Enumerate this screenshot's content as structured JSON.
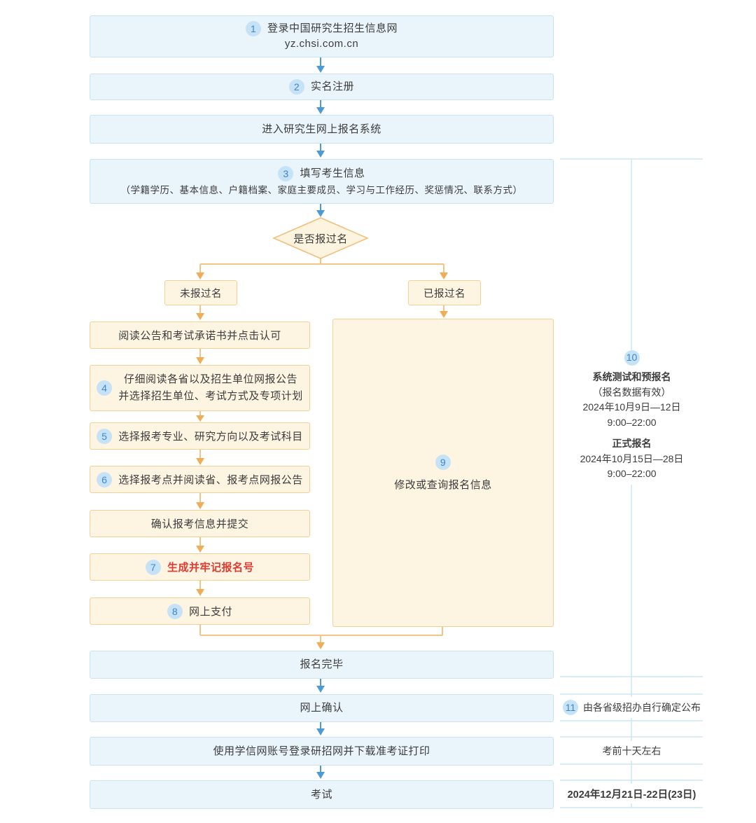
{
  "colors": {
    "blue_fill": "#EAF5FB",
    "blue_border": "#C9E3F2",
    "arrow_blue": "#4E9AD5",
    "yellow_fill": "#FDF5E2",
    "yellow_border": "#F3D094",
    "arrow_orange": "#F0AD58",
    "line_orange": "#F3C484",
    "badge_bg": "#C5E2F7",
    "badge_text": "#3E86C7",
    "text": "#3C3C3C",
    "red_text": "#E23A2F",
    "table_line_blue": "#CDE5F2"
  },
  "flow": {
    "step1": {
      "badge": "1",
      "line1": "登录中国研究生招生信息网",
      "line2": "yz.chsi.com.cn"
    },
    "step2": {
      "badge": "2",
      "label": "实名注册"
    },
    "enter_system": {
      "label": "进入研究生网上报名系统"
    },
    "step3": {
      "badge": "3",
      "title": "填写考生信息",
      "detail": "（学籍学历、基本信息、户籍档案、家庭主要成员、学习与工作经历、奖惩情况、联系方式）"
    },
    "decision": {
      "label": "是否报过名"
    },
    "branch_no": {
      "label": "未报过名"
    },
    "branch_yes": {
      "label": "已报过名"
    },
    "left_steps": [
      {
        "label": "阅读公告和考试承诺书并点击认可"
      },
      {
        "badge": "4",
        "line1": "仔细阅读各省以及招生单位网报公告",
        "line2": "并选择招生单位、考试方式及专项计划"
      },
      {
        "badge": "5",
        "label": "选择报考专业、研究方向以及考试科目"
      },
      {
        "badge": "6",
        "label": "选择报考点并阅读省、报考点网报公告"
      },
      {
        "label": "确认报考信息并提交"
      },
      {
        "badge": "7",
        "label": "生成并牢记报名号"
      },
      {
        "badge": "8",
        "label": "网上支付"
      }
    ],
    "step9": {
      "badge": "9",
      "label": "修改或查询报名信息"
    },
    "done": {
      "label": "报名完毕"
    },
    "confirm": {
      "label": "网上确认"
    },
    "download": {
      "label": "使用学信网账号登录研招网并下载准考证打印"
    },
    "exam": {
      "label": "考试"
    }
  },
  "sidebar": {
    "period": {
      "badge": "10",
      "title1": "系统测试和预报名",
      "note": "（报名数据有效）",
      "date1": "2024年10月9日—12日",
      "time1": "9:00–22:00",
      "title2": "正式报名",
      "date2": "2024年10月15日—28日",
      "time2": "9:00–22:00"
    },
    "confirm_note": {
      "badge": "11",
      "label": "由各省级招办自行确定公布"
    },
    "download_note": {
      "label": "考前十天左右"
    },
    "exam_note": {
      "label": "2024年12月21日-22日(23日)"
    }
  }
}
